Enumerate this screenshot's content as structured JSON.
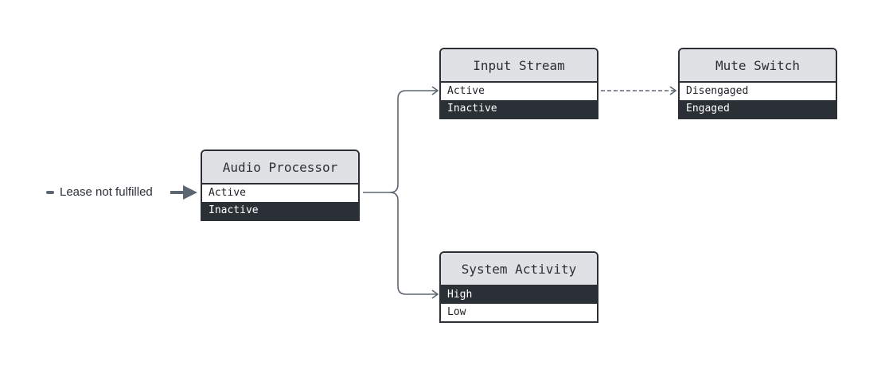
{
  "start": {
    "label": "Lease not fulfilled"
  },
  "nodes": {
    "audio_processor": {
      "title": "Audio Processor",
      "states": [
        "Active",
        "Inactive"
      ]
    },
    "input_stream": {
      "title": "Input Stream",
      "states": [
        "Active",
        "Inactive"
      ]
    },
    "mute_switch": {
      "title": "Mute Switch",
      "states": [
        "Disengaged",
        "Engaged"
      ]
    },
    "system_activity": {
      "title": "System Activity",
      "states": [
        "High",
        "Low"
      ]
    }
  },
  "colors": {
    "edge": "#5d6670",
    "node_header": "#dfe1e4",
    "active_state": "#2b3036"
  }
}
